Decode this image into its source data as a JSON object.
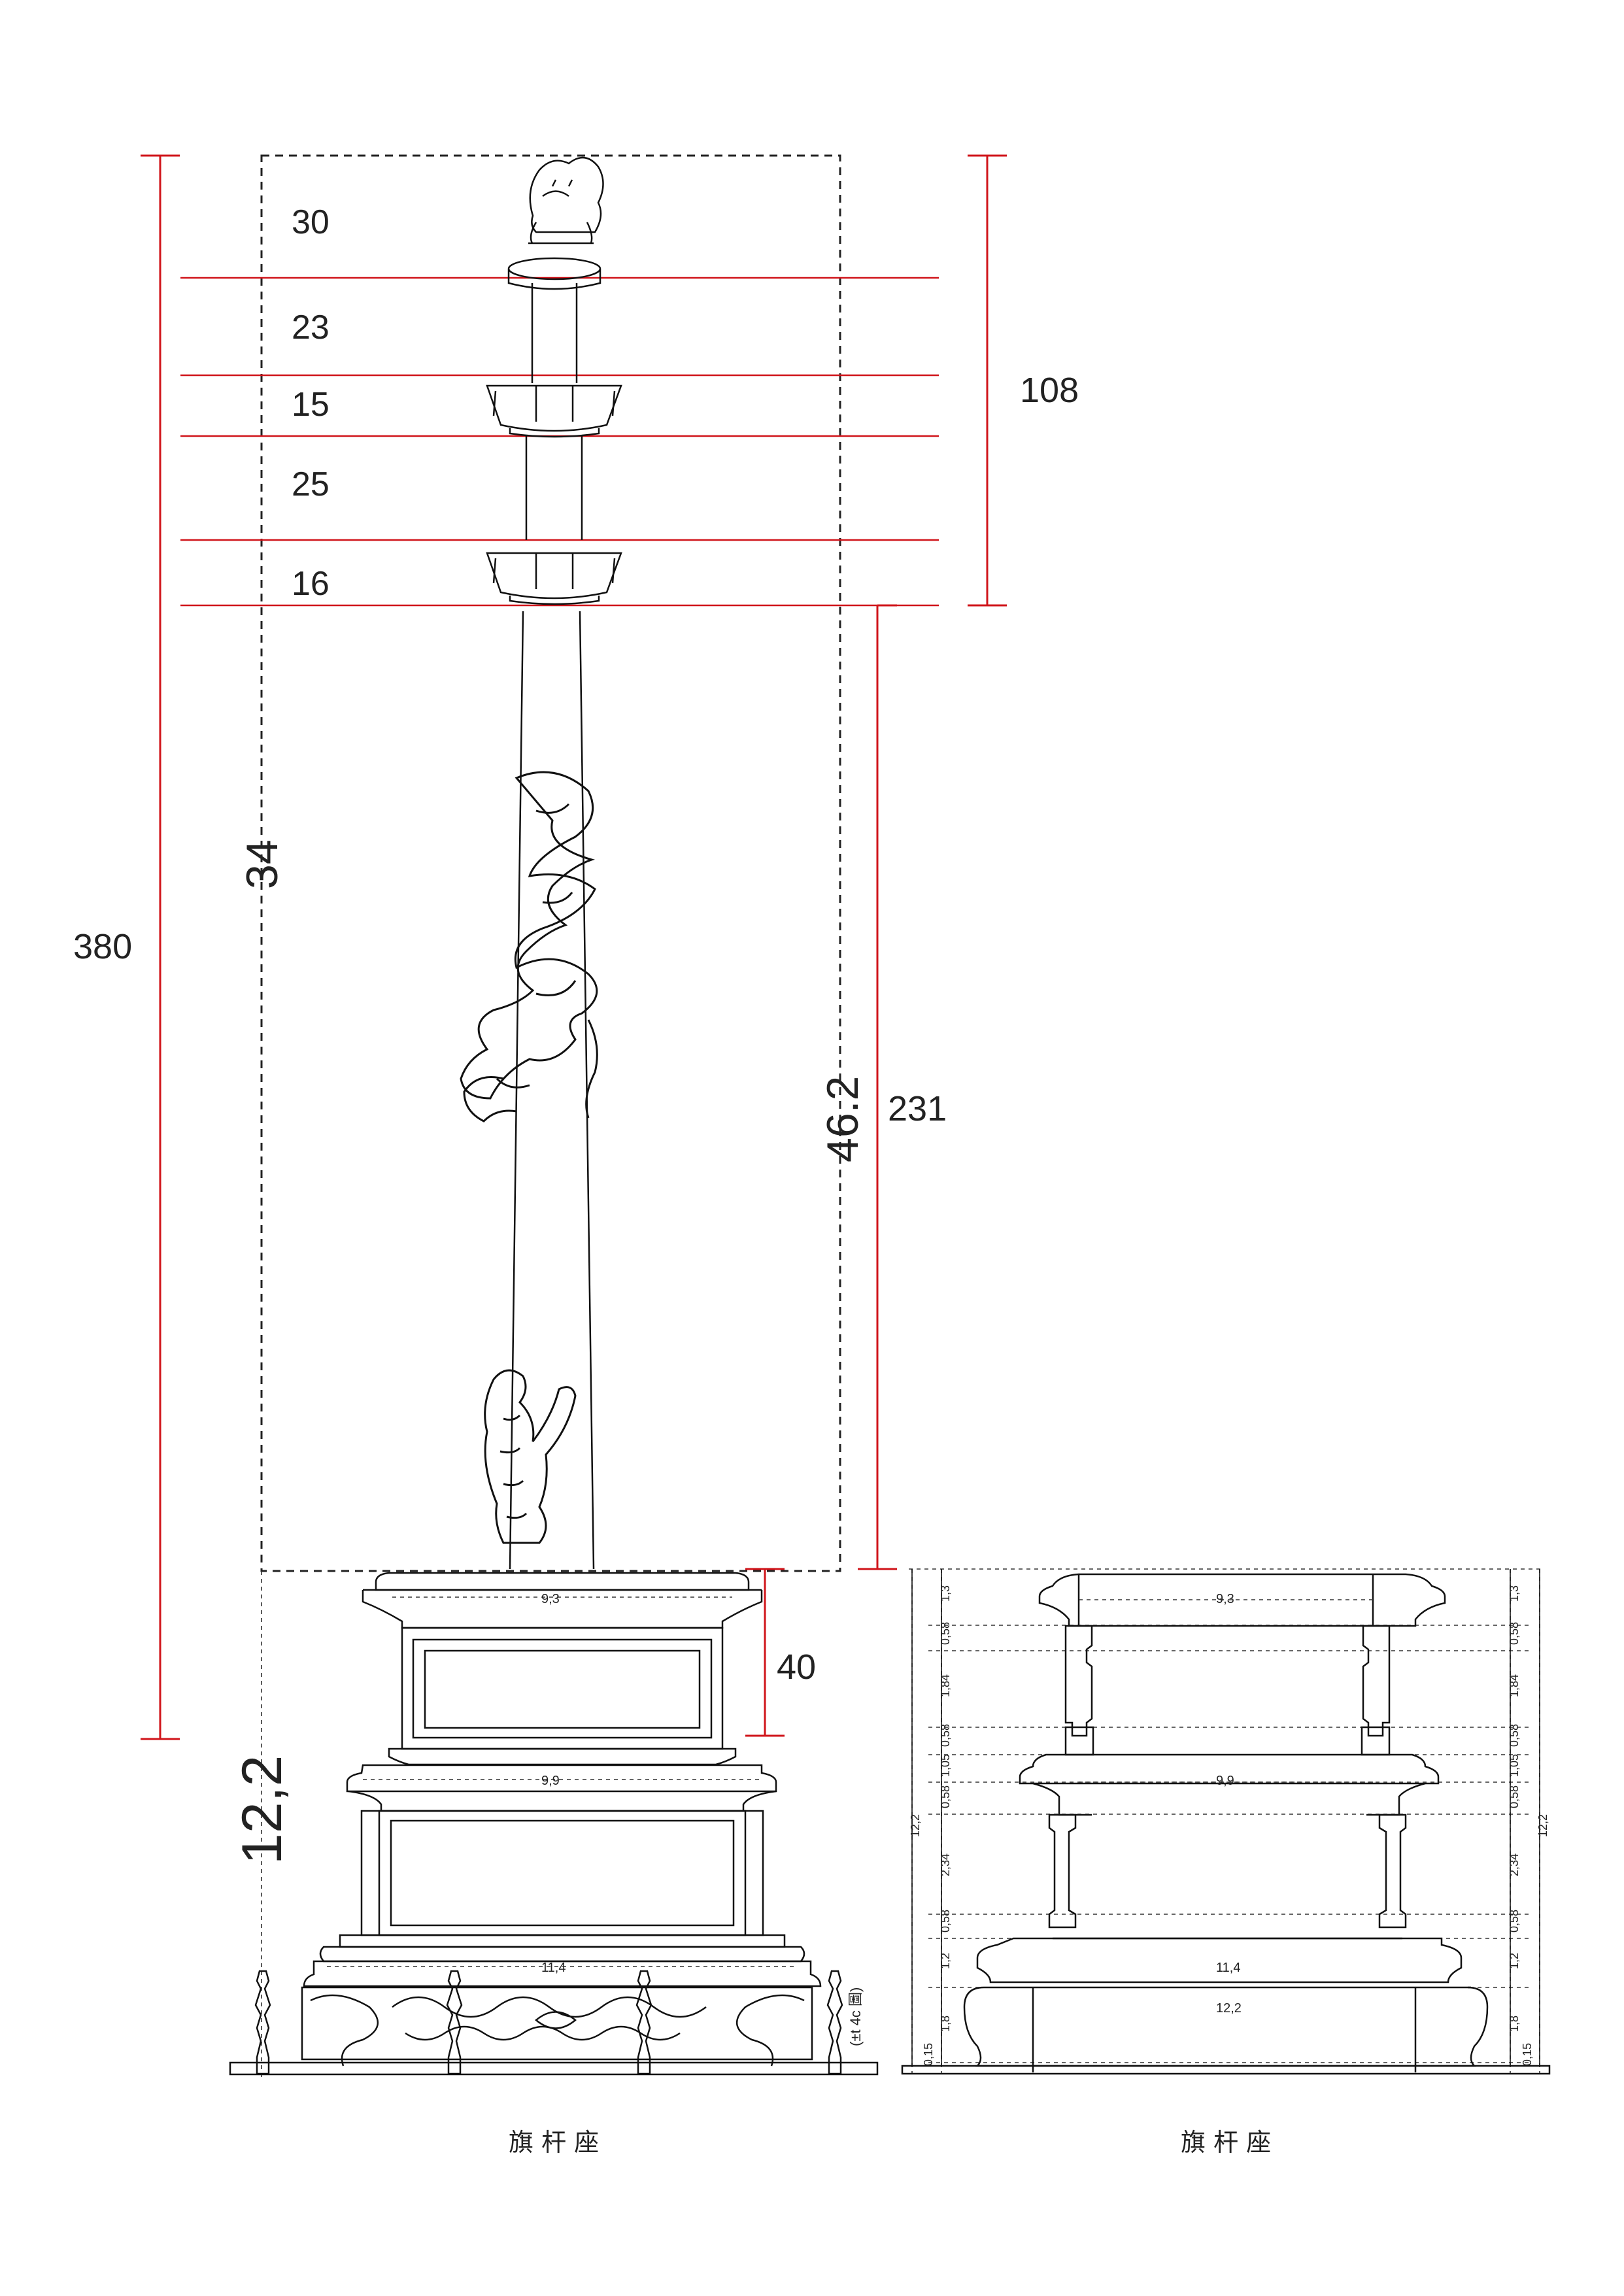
{
  "elevation": {
    "segment_labels": [
      "30",
      "23",
      "15",
      "25",
      "16"
    ],
    "upper_total": "108",
    "overall_height": "380",
    "pole_lower_height": "231",
    "pole_length": "46.2",
    "pole_length_left": "34",
    "base_height": "40",
    "base_width": "12,2",
    "tier_widths": [
      "9,3",
      "9,9",
      "11,4"
    ],
    "side_note": "(±t 4c 圖)",
    "caption": "旗 杆 座"
  },
  "section": {
    "top_width": "9,3",
    "mid_width": "9,9",
    "low_width": "11,4",
    "bottom_width": "12,2",
    "vertical_dims": [
      "1,3",
      "0,58",
      "1,84",
      "0,58",
      "1,05",
      "0,58",
      "2,34",
      "0,58",
      "1,2",
      "1,8",
      "0,15"
    ],
    "total_height": "12,2",
    "caption": "旗 杆 座"
  }
}
